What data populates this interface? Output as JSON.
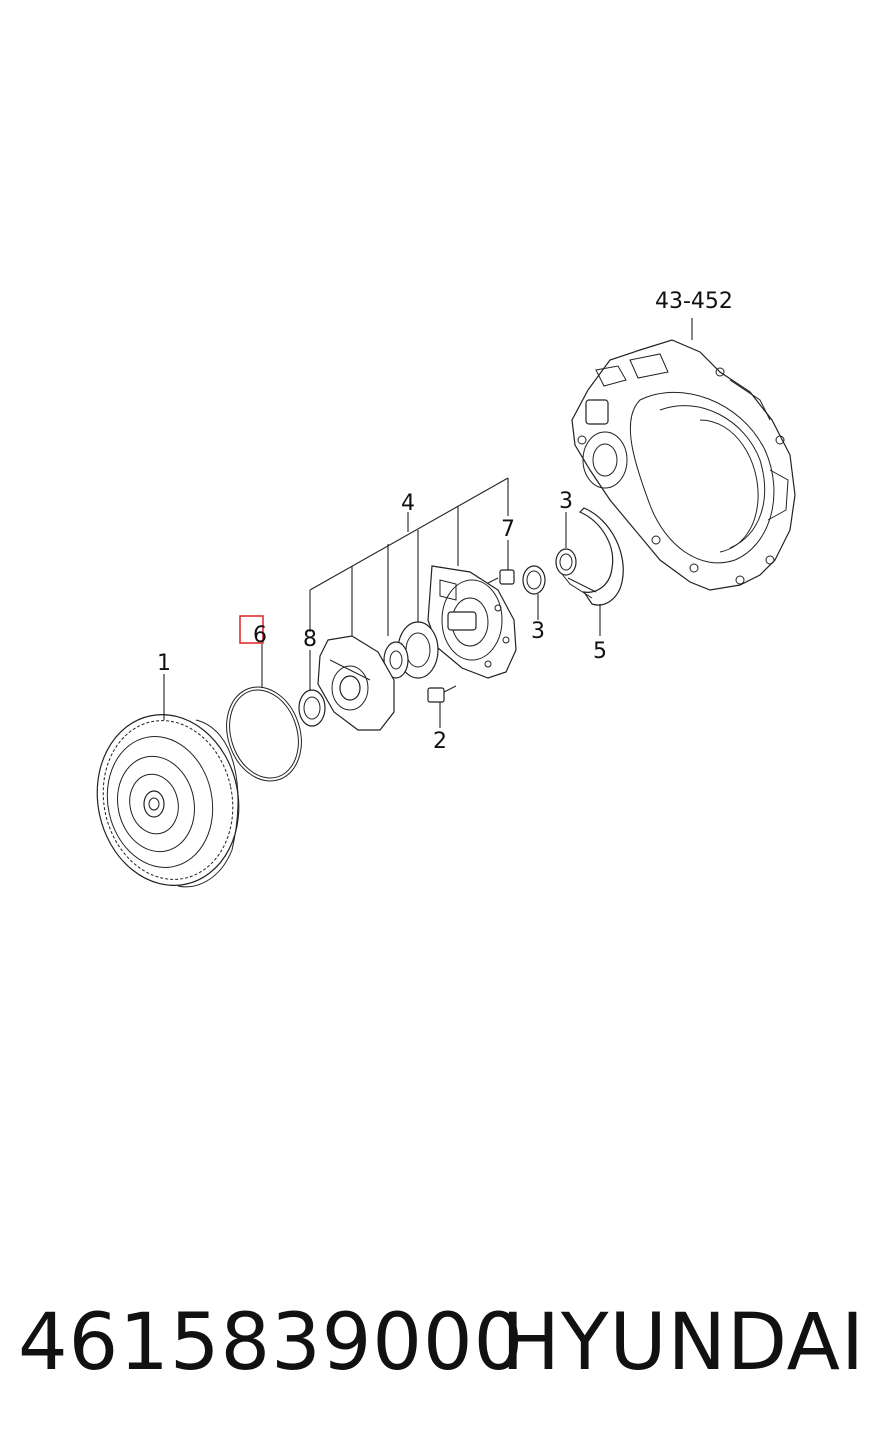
{
  "callouts": {
    "c1": "1",
    "c2": "2",
    "c3a": "3",
    "c3b": "3",
    "c4": "4",
    "c5": "5",
    "c6": "6",
    "c7": "7",
    "c8": "8",
    "ref": "43-452"
  },
  "footer": {
    "part_number": "4615839000",
    "brand": "HYUNDAI"
  },
  "colors": {
    "line": "#222222",
    "highlight": "#e02020",
    "background": "#ffffff"
  }
}
